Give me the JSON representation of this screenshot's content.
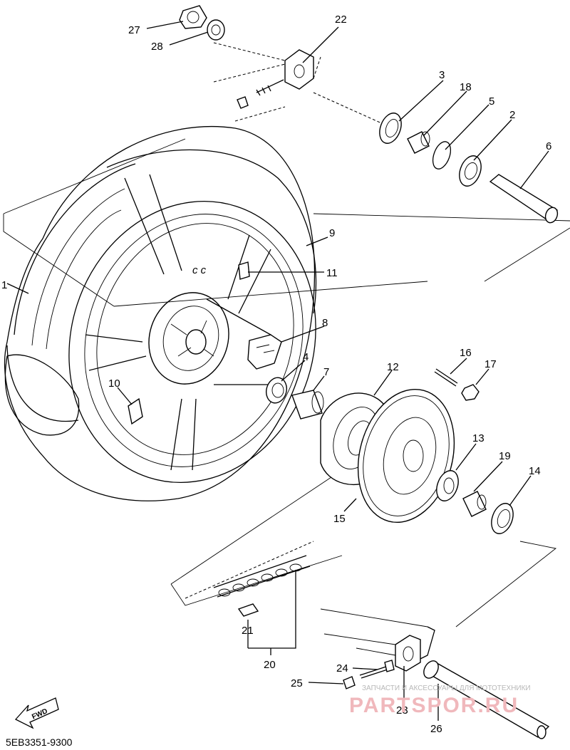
{
  "diagram_code": "5EB3351-9300",
  "fwd_label": "FWD",
  "hub_marking": "c c",
  "watermark": {
    "line1": "ЗАПЧАСТИ И АКСЕССУАРЫ ДЛЯ МОТОТЕХНИКИ",
    "line2": "PARTSPOR.RU"
  },
  "callouts": [
    "1",
    "2",
    "3",
    "4",
    "5",
    "6",
    "7",
    "8",
    "9",
    "10",
    "11",
    "12",
    "13",
    "14",
    "15",
    "16",
    "17",
    "18",
    "19",
    "20",
    "21",
    "22",
    "23",
    "24",
    "25",
    "26",
    "27",
    "28"
  ],
  "colors": {
    "line": "#000000",
    "background": "#ffffff",
    "watermark": "#f0b8bc"
  }
}
